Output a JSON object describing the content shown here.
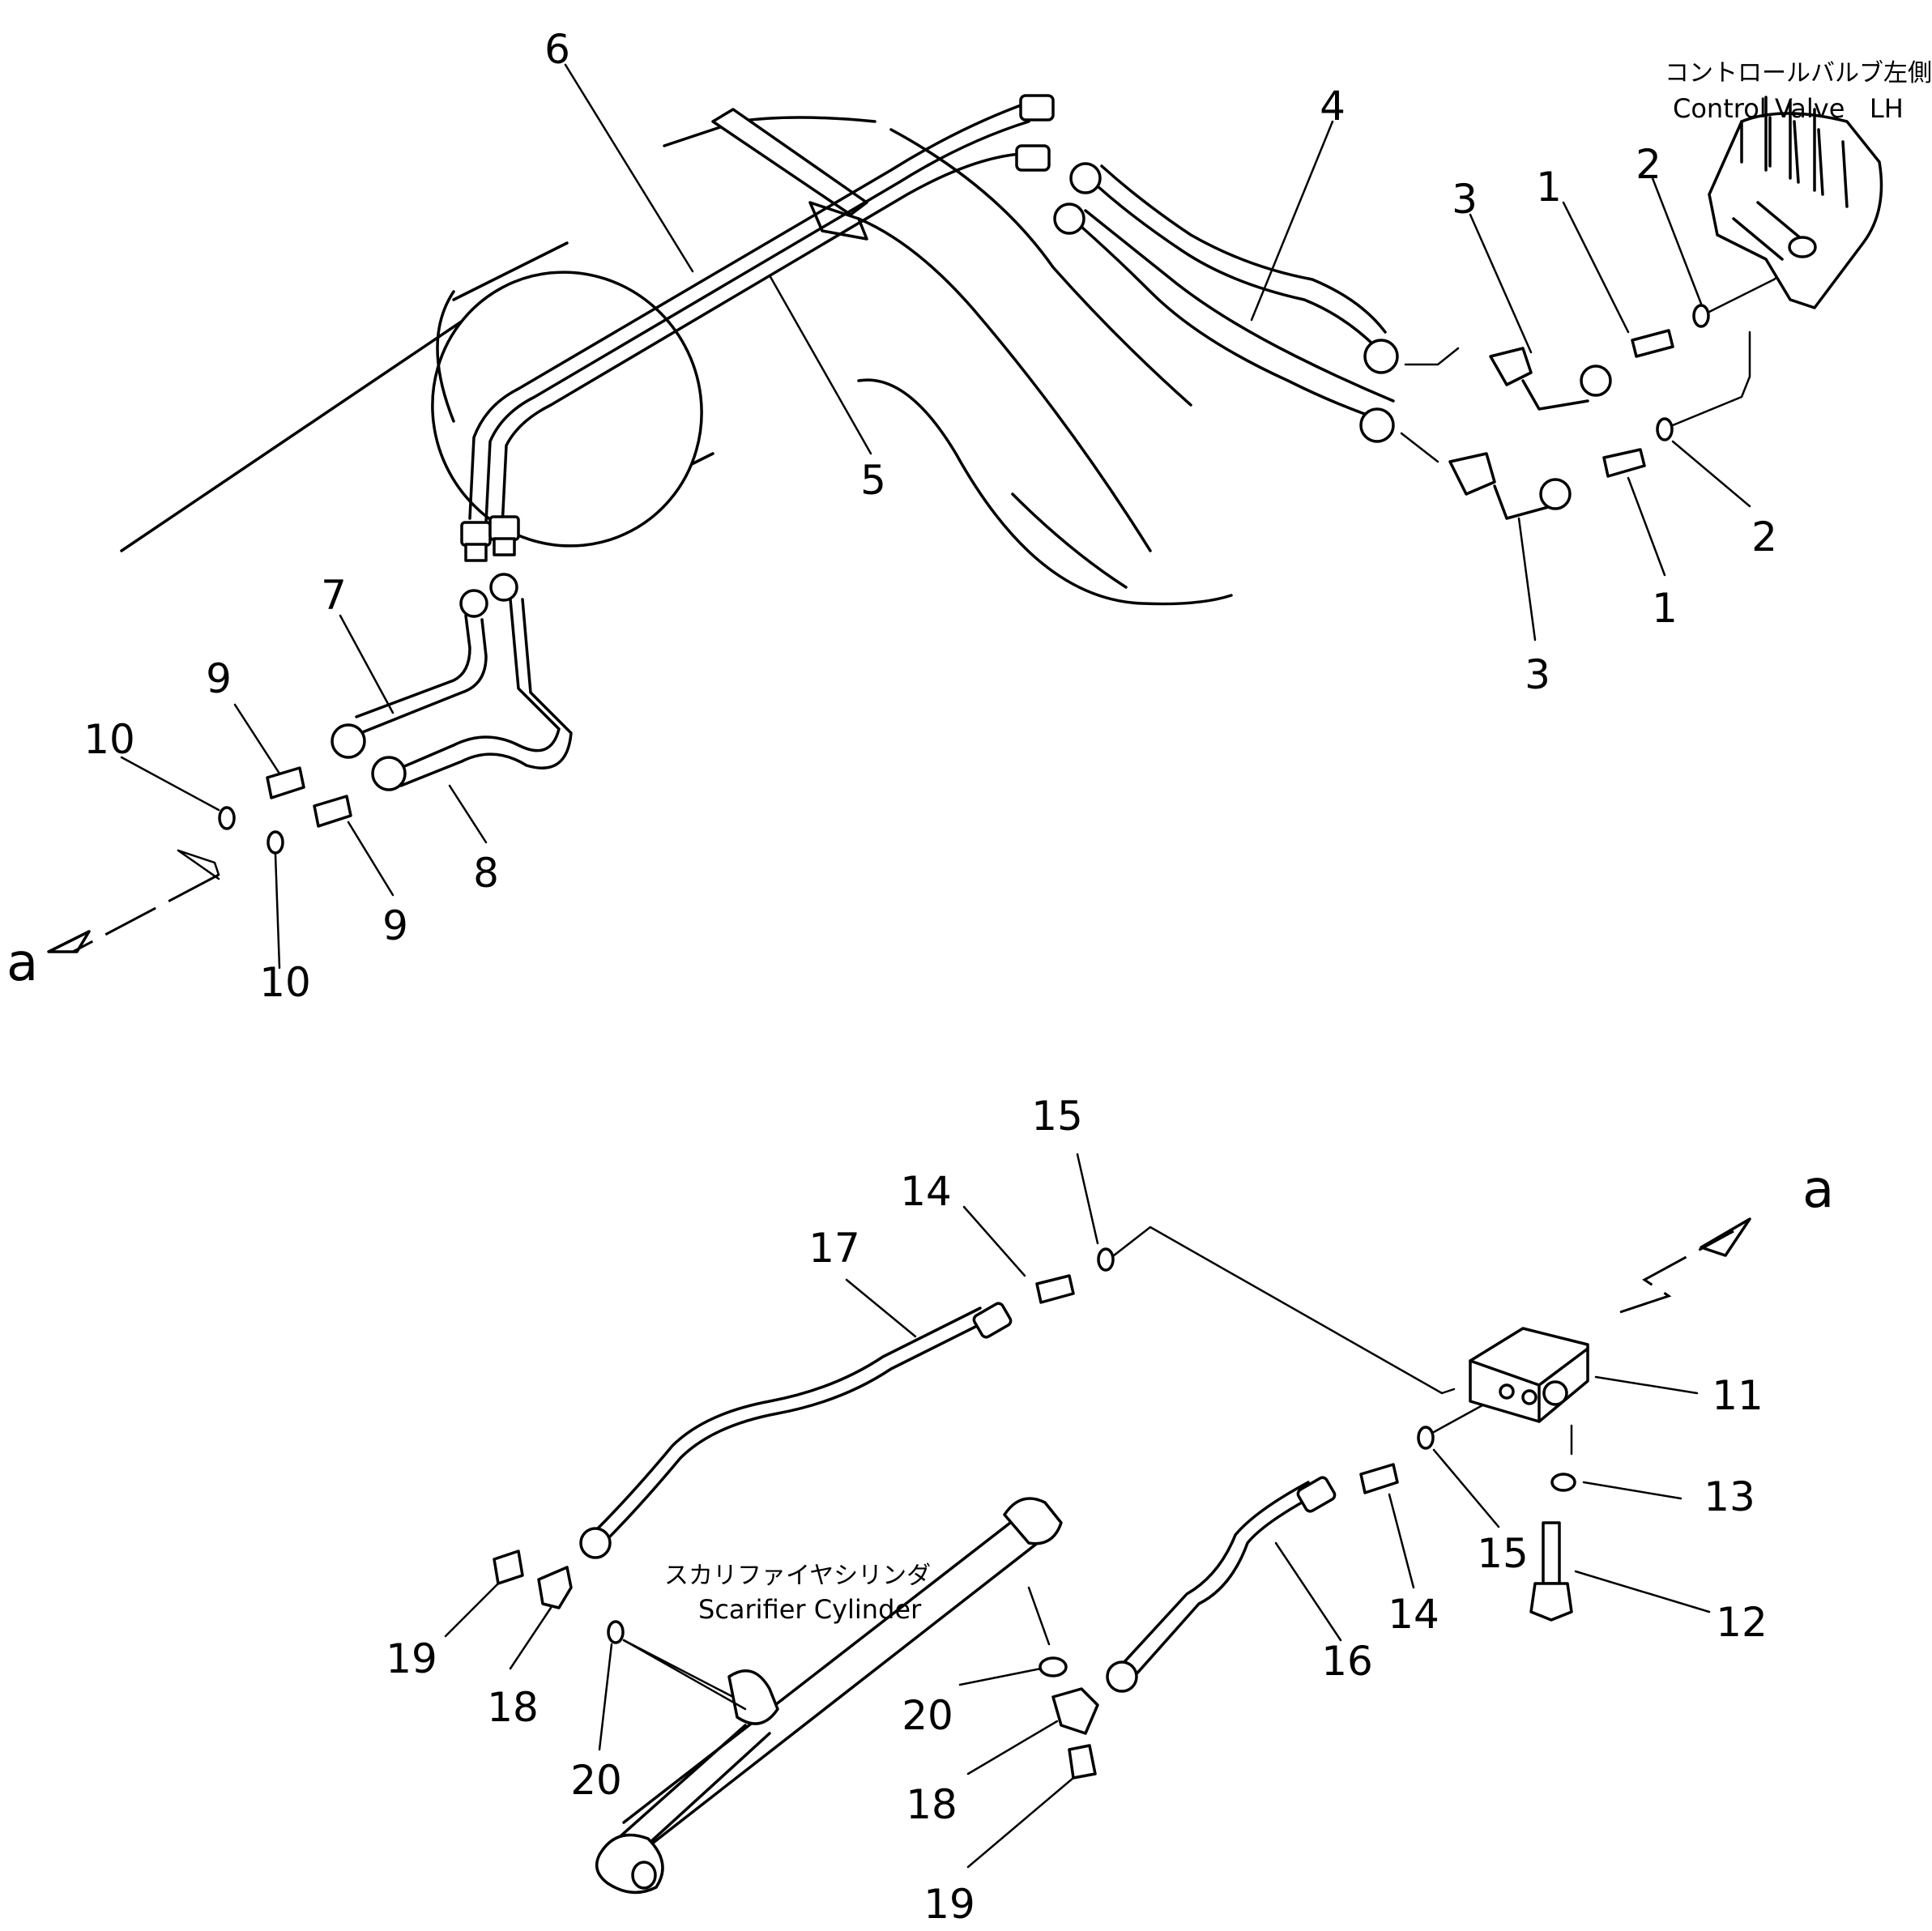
{
  "diagram": {
    "captions": {
      "control_valve_jp": "コントロールバルブ左側",
      "control_valve_en": "Control Valve   LH",
      "scarifier_cylinder_jp": "スカリファイヤシリンダ",
      "scarifier_cylinder_en": "Scarifier Cylinder"
    },
    "connector_marker": "a",
    "callouts_top": [
      "6",
      "4",
      "3",
      "1",
      "2",
      "2",
      "1",
      "3",
      "5",
      "7",
      "9",
      "10",
      "10",
      "9",
      "8"
    ],
    "callouts_bottom": [
      "15",
      "14",
      "17",
      "11",
      "13",
      "15",
      "14",
      "12",
      "16",
      "19",
      "18",
      "20",
      "20",
      "18",
      "19"
    ]
  }
}
